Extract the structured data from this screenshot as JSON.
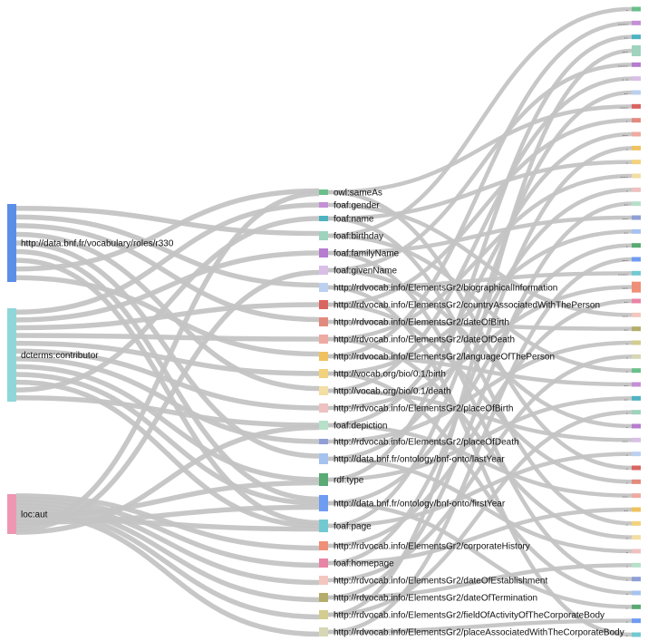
{
  "chart_data": {
    "type": "sankey",
    "title": "",
    "sources": [
      {
        "id": "s_roles",
        "label": "http://data.bnf.fr/vocabulary/roles/r330",
        "color": "#5b8ee6"
      },
      {
        "id": "s_dcterms",
        "label": "dcterms:contributor",
        "color": "#8fd6d9"
      },
      {
        "id": "s_loc",
        "label": "loc:aut",
        "color": "#ee96b2"
      }
    ],
    "properties": [
      {
        "label": "owl:sameAs",
        "color": "#6abf8a"
      },
      {
        "label": "foaf:gender",
        "color": "#c58fd6"
      },
      {
        "label": "foaf:name",
        "color": "#4eb3c1"
      },
      {
        "label": "foaf:birthday",
        "color": "#9fd3bd"
      },
      {
        "label": "foaf:familyName",
        "color": "#b57ccf"
      },
      {
        "label": "foaf:givenName",
        "color": "#d9bfe6"
      },
      {
        "label": "http://rdvocab.info/ElementsGr2/biographicalInformation",
        "color": "#bcd0ef"
      },
      {
        "label": "http://rdvocab.info/ElementsGr2/countryAssociatedWithThePerson",
        "color": "#d96560"
      },
      {
        "label": "http://rdvocab.info/ElementsGr2/dateOfBirth",
        "color": "#e38a7f"
      },
      {
        "label": "http://rdvocab.info/ElementsGr2/dateOfDeath",
        "color": "#eeaaa1"
      },
      {
        "label": "http://rdvocab.info/ElementsGr2/languageOfThePerson",
        "color": "#efc25f"
      },
      {
        "label": "http://vocab.org/bio/0.1/birth",
        "color": "#f3d27e"
      },
      {
        "label": "http://vocab.org/bio/0.1/death",
        "color": "#f3dea3"
      },
      {
        "label": "http://rdvocab.info/ElementsGr2/placeOfBirth",
        "color": "#edc2c0"
      },
      {
        "label": "foaf:depiction",
        "color": "#b7e0c9"
      },
      {
        "label": "http://rdvocab.info/ElementsGr2/placeOfDeath",
        "color": "#8f9fd6"
      },
      {
        "label": "http://data.bnf.fr/ontology/bnf-onto/lastYear",
        "color": "#a6c3ef"
      },
      {
        "label": "rdf:type",
        "color": "#59aa73"
      },
      {
        "label": "http://data.bnf.fr/ontology/bnf-onto/firstYear",
        "color": "#6e9cf2"
      },
      {
        "label": "foaf:page",
        "color": "#73c9d1"
      },
      {
        "label": "http://rdvocab.info/ElementsGr2/corporateHistory",
        "color": "#ef8f78"
      },
      {
        "label": "foaf:homepage",
        "color": "#e884a5"
      },
      {
        "label": "http://rdvocab.info/ElementsGr2/dateOfEstablishment",
        "color": "#f3c7c0"
      },
      {
        "label": "http://rdvocab.info/ElementsGr2/dateOfTermination",
        "color": "#b4ac6a"
      },
      {
        "label": "http://rdvocab.info/ElementsGr2/fieldOfActivityOfTheCorporateBody",
        "color": "#d3cd8f"
      },
      {
        "label": "http://rdvocab.info/ElementsGr2/placeAssociatedWithTheCorporateBody",
        "color": "#d8d7b5"
      }
    ],
    "value_labels": [
      ".",
      ".....",
      "..",
      "...",
      ".....",
      ". .",
      "..",
      "....",
      ".",
      "...",
      ".",
      ".",
      "....",
      ".",
      "..",
      "...",
      "..",
      ".",
      "...",
      ".....",
      "...",
      "..",
      "...",
      "..",
      ".",
      ".",
      ".",
      "..",
      "..",
      ".",
      ".",
      "...",
      ".",
      ".",
      ".",
      "...",
      "..",
      ".",
      ".",
      ".",
      ".",
      ".",
      ".",
      ".",
      ".",
      "."
    ]
  }
}
